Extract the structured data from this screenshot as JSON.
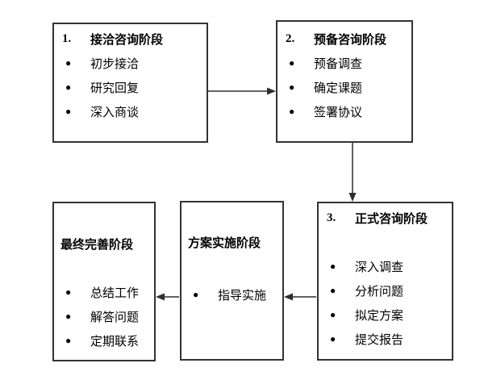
{
  "diagram": {
    "bullet_char": "●",
    "colors": {
      "background": "#ffffff",
      "box_border": "#333333",
      "text": "#000000",
      "arrow": "#2e2e2e"
    },
    "boxes": [
      {
        "number": "1.",
        "title": "接洽咨询阶段",
        "items": [
          "初步接洽",
          "研究回复",
          "深入商谈"
        ]
      },
      {
        "number": "2.",
        "title": "预备咨询阶段",
        "items": [
          "预备调查",
          "确定课题",
          "签署协议"
        ]
      },
      {
        "number": "3.",
        "title": "正式咨询阶段",
        "items": [
          "深入调查",
          "分析问题",
          "拟定方案",
          "提交报告"
        ]
      },
      {
        "number": "",
        "title": "方案实施阶段",
        "items": [
          "指导实施"
        ]
      },
      {
        "number": "",
        "title": "最终完善阶段",
        "items": [
          "总结工作",
          "解答问题",
          "定期联系"
        ]
      }
    ]
  }
}
